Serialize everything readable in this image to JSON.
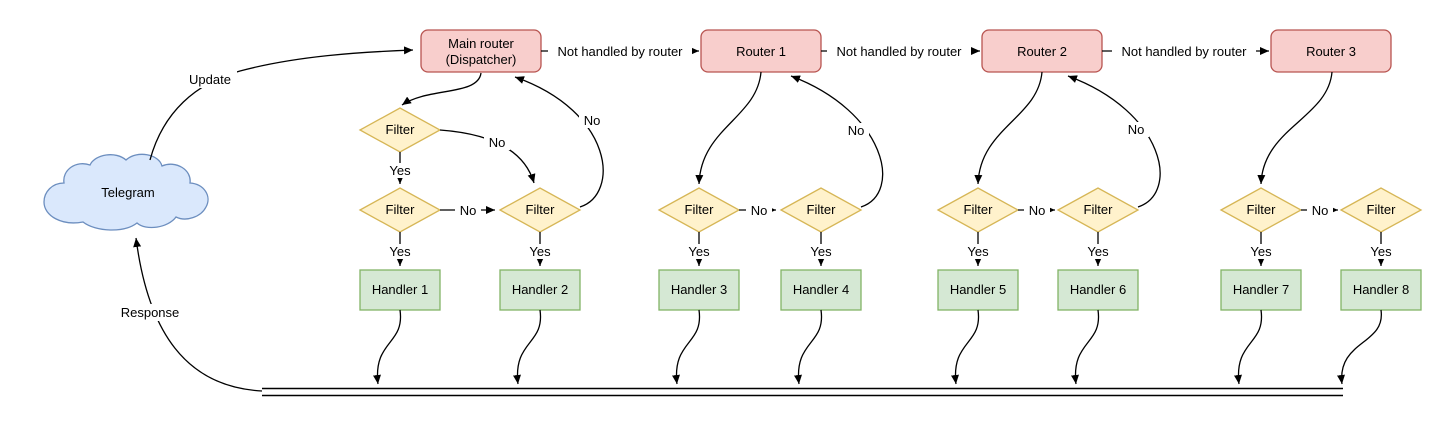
{
  "labels": {
    "telegram": "Telegram",
    "update": "Update",
    "response": "Response",
    "not_handled_by_router": "Not handled by router",
    "yes": "Yes",
    "no": "No"
  },
  "nodes": {
    "dispatcher": {
      "line1": "Main router",
      "line2": "(Dispatcher)"
    },
    "routers": [
      "Router 1",
      "Router 2",
      "Router 3"
    ],
    "filter": "Filter",
    "handlers": [
      "Handler 1",
      "Handler 2",
      "Handler 3",
      "Handler 4",
      "Handler 5",
      "Handler 6",
      "Handler 7",
      "Handler 8"
    ]
  },
  "colors": {
    "router_fill": "#f8cecc",
    "router_stroke": "#b85450",
    "filter_fill": "#fff2cc",
    "filter_stroke": "#d6b656",
    "handler_fill": "#d5e8d4",
    "handler_stroke": "#82b366",
    "cloud_fill": "#dae8fc",
    "cloud_stroke": "#6c8ebf",
    "edge": "#000000"
  }
}
